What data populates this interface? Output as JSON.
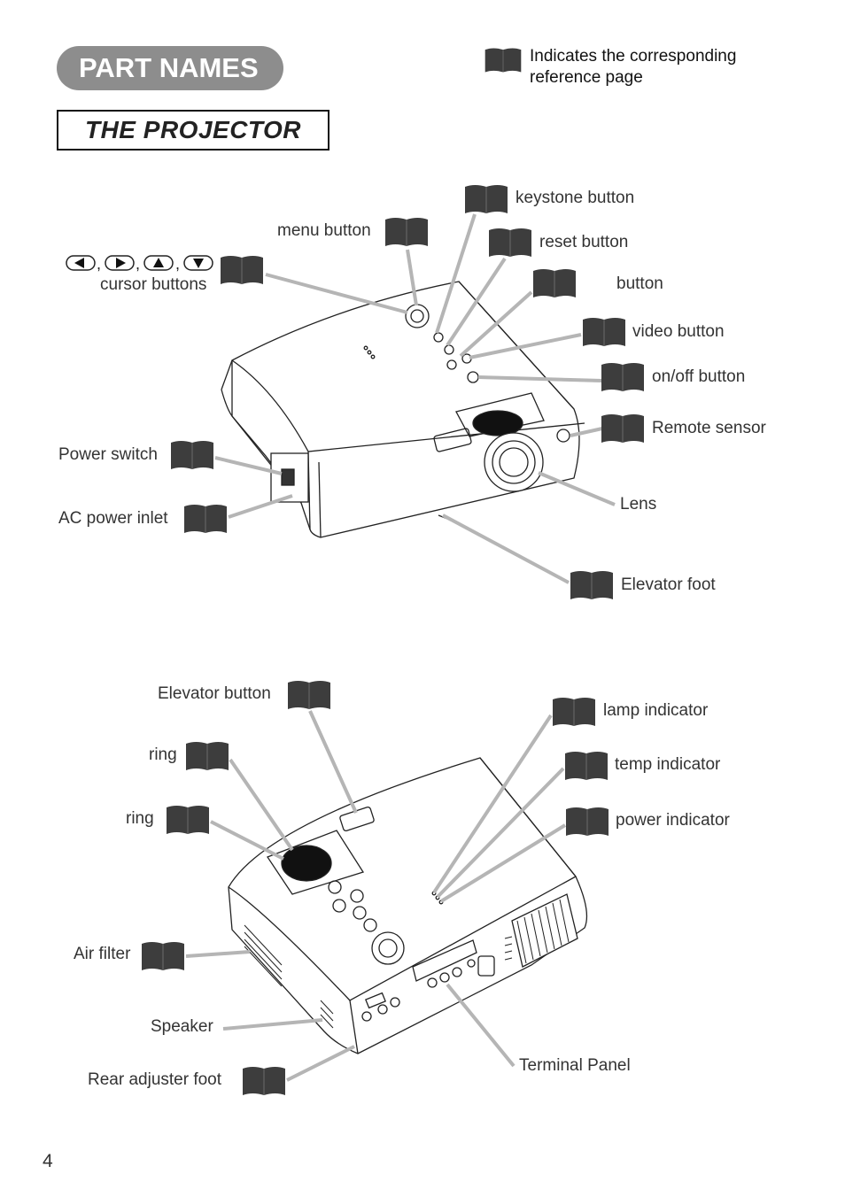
{
  "header": {
    "section_title": "PART NAMES",
    "subsection_title": "THE PROJECTOR",
    "legend_text": "Indicates the corresponding reference page"
  },
  "top_view": {
    "labels": {
      "menu": "menu button",
      "keystone": "keystone button",
      "reset": "reset button",
      "blank_button": "button",
      "video": "video button",
      "onoff": "on/off button",
      "cursor": "cursor buttons",
      "remote_sensor": "Remote sensor",
      "power_switch": "Power switch",
      "ac_inlet": "AC power inlet",
      "lens": "Lens",
      "elevator_foot": "Elevator foot"
    }
  },
  "rear_view": {
    "labels": {
      "elevator_button": "Elevator button",
      "ring1": "ring",
      "ring2": "ring",
      "lamp": "lamp indicator",
      "temp": "temp indicator",
      "power": "power indicator",
      "air_filter": "Air filter",
      "speaker": "Speaker",
      "rear_foot": "Rear adjuster foot",
      "terminal": "Terminal Panel"
    }
  },
  "footer": {
    "page_number": "4"
  }
}
